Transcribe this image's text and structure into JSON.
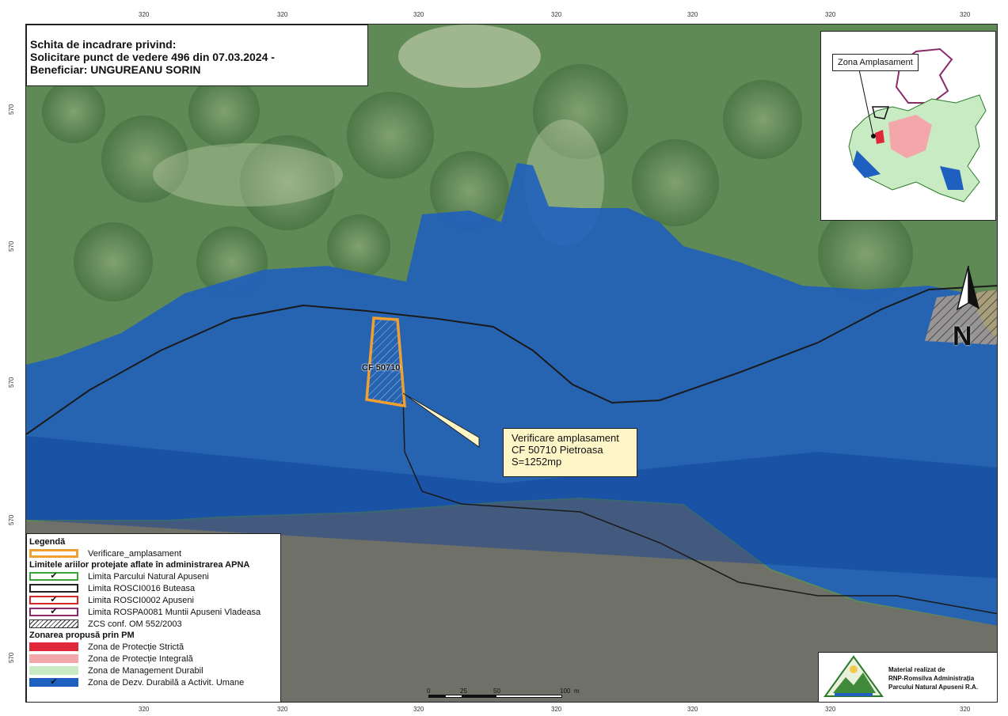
{
  "header": {
    "title_line1": "Schita de incadrare privind:",
    "title_line2": "Solicitare punct de vedere 496 din 07.03.2024 -",
    "title_line3": "Beneficiar: UNGUREANU SORIN"
  },
  "inset": {
    "label": "Zona Amplasament"
  },
  "parcel": {
    "label": "CF 50710"
  },
  "callout": {
    "line1": "Verificare amplasament",
    "line2": "CF 50710 Pietroasa",
    "line3": "S=1252mp"
  },
  "north_arrow": {
    "letter": "N"
  },
  "grid": {
    "top": [
      "320",
      "320",
      "320",
      "320",
      "320",
      "320",
      "320"
    ],
    "bottom": [
      "320",
      "320",
      "320",
      "320",
      "320",
      "320",
      "320"
    ],
    "left": [
      "570",
      "570",
      "570",
      "570",
      "570"
    ]
  },
  "scale_bar": {
    "labels": [
      "0",
      "25",
      "50",
      "100"
    ],
    "unit": "m"
  },
  "legend": {
    "title": "Legendă",
    "site_item": "Verificare_amplasament",
    "protected_heading": "Limitele ariilor protejate aflate în administrarea APNA",
    "protected_items": [
      {
        "label": "Limita Parcului Natural Apuseni",
        "color": "#3aa33a"
      },
      {
        "label": "Limita ROSCI0016 Buteasa",
        "color": "#222222"
      },
      {
        "label": "Limita ROSCI0002 Apuseni",
        "color": "#d62728"
      },
      {
        "label": "Limita ROSPA0081 Muntii Apuseni Vladeasa",
        "color": "#8b2a6b"
      },
      {
        "label": "ZCS conf. OM 552/2003",
        "color": "#555555"
      }
    ],
    "zoning_heading": "Zonarea propusă prin PM",
    "zoning_items": [
      {
        "label": "Zona de Protecție Strictă",
        "color": "#e0283b"
      },
      {
        "label": "Zona de Protecție Integrală",
        "color": "#f4a7aa"
      },
      {
        "label": "Zona de Management Durabil",
        "color": "#c9ebc3"
      },
      {
        "label": "Zona de Dezv. Durabilă a Activit. Umane",
        "color": "#1f5fbf"
      }
    ]
  },
  "credit": {
    "line1": "Material realizat de",
    "line2": "RNP-Romsilva Administrația",
    "line3": "Parcului Natural Apuseni R.A."
  },
  "colors": {
    "human_zone": "#1f5fbf",
    "site_outline": "#f0a030",
    "callout_fill": "#fff6c8",
    "forest": "#5e8a52",
    "grey_zone": "#6f7068"
  }
}
